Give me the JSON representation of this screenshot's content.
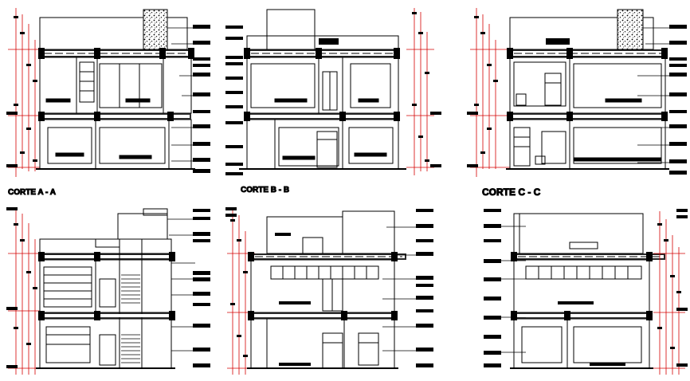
{
  "captions": {
    "a": "CORTE  A - A",
    "b": "CORTE  B - B",
    "c": "CORTE  C - C"
  },
  "colors": {
    "ink": "#000000",
    "dimension_red": "#d40000",
    "background": "#ffffff"
  }
}
